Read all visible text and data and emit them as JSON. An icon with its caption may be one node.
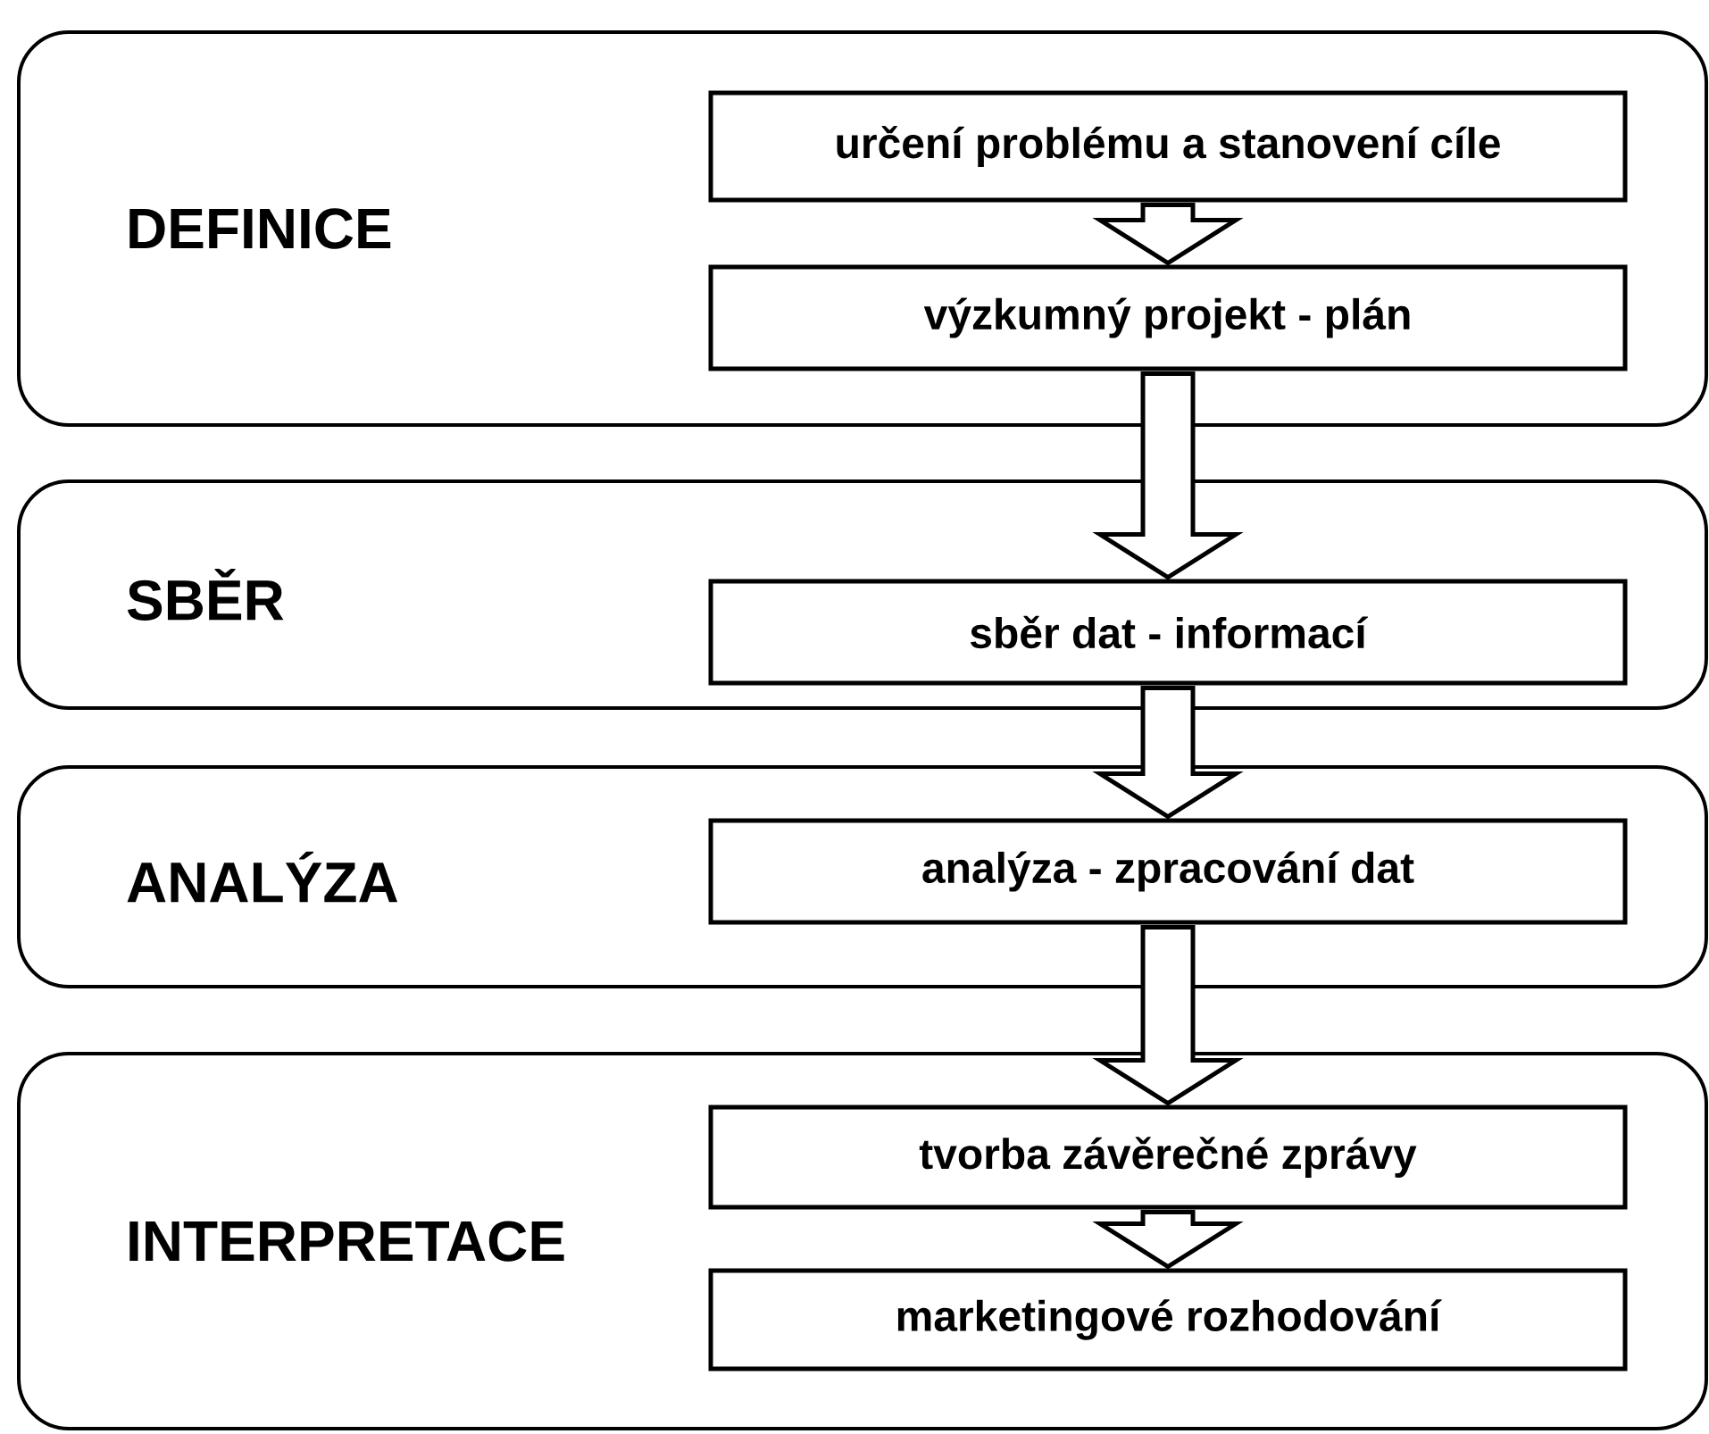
{
  "diagram": {
    "nodes": [
      {
        "text": [
          "DEFINICE"
        ]
      },
      {
        "text": [
          "určení problému a stanovení cíle"
        ],
        "in": 0
      },
      {
        "text": [
          "výzkumný projekt - plán"
        ],
        "in": 0
      },
      {
        "text": [
          "SBĚR"
        ]
      },
      {
        "text": [
          "sběr dat - informací"
        ],
        "in": 3
      },
      {
        "text": [
          "ANALÝZA"
        ]
      },
      {
        "text": [
          "analýza - zpracování dat"
        ],
        "in": 5
      },
      {
        "text": [
          "INTERPRETACE"
        ]
      },
      {
        "text": [
          "tvorba závěrečné zprávy"
        ],
        "in": 7
      },
      {
        "text": [
          "marketingové rozhodování"
        ],
        "in": 7
      }
    ],
    "edges": [
      {
        "from": 1,
        "to": 2,
        "arrow": "to"
      },
      {
        "from": 2,
        "to": 4,
        "arrow": "to"
      },
      {
        "from": 4,
        "to": 6,
        "arrow": "to"
      },
      {
        "from": 6,
        "to": 8,
        "arrow": "to"
      },
      {
        "from": 8,
        "to": 9,
        "arrow": "to"
      }
    ]
  }
}
